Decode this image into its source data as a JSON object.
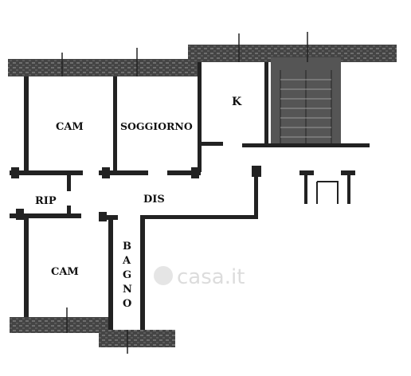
{
  "plan": {
    "rooms": {
      "cam_top": "CAM",
      "soggiorno": "SOGGIORNO",
      "kitchen": "K",
      "rip": "RIP",
      "dis": "DIS",
      "cam_bottom": "CAM",
      "bagno": [
        "B",
        "A",
        "G",
        "N",
        "O"
      ]
    },
    "watermark": "casa.it"
  },
  "colors": {
    "wall": "#3a3a3a",
    "wall_texture": "#7a7a7a",
    "line": "#1a1a1a",
    "background": "#ffffff"
  }
}
